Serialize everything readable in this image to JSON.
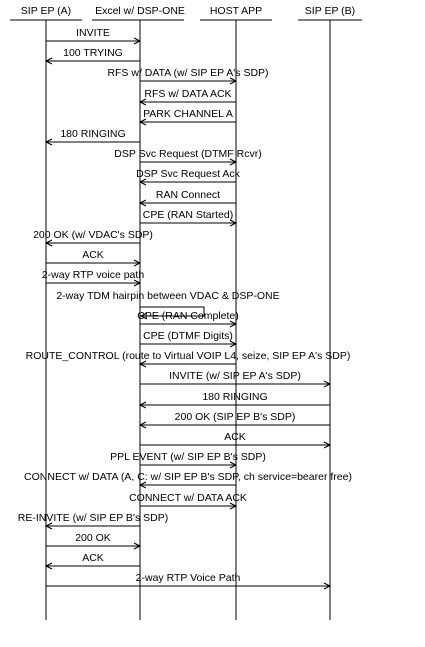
{
  "participants": [
    "SIP EP (A)",
    "Excel w/ DSP-ONE",
    "HOST APP",
    "SIP EP (B)"
  ],
  "messages": [
    {
      "text": "INVITE",
      "from": 0,
      "to": 1
    },
    {
      "text": "100 TRYING",
      "from": 1,
      "to": 0
    },
    {
      "text": "RFS w/ DATA (w/ SIP EP A's SDP)",
      "from": 1,
      "to": 2
    },
    {
      "text": "RFS w/ DATA ACK",
      "from": 2,
      "to": 1
    },
    {
      "text": "PARK CHANNEL A",
      "from": 2,
      "to": 1
    },
    {
      "text": "180 RINGING",
      "from": 1,
      "to": 0
    },
    {
      "text": "DSP Svc Request (DTMF Rcvr)",
      "from": 1,
      "to": 2
    },
    {
      "text": "DSP Svc Request Ack",
      "from": 2,
      "to": 1
    },
    {
      "text": "RAN Connect",
      "from": 2,
      "to": 1
    },
    {
      "text": "CPE (RAN Started)",
      "from": 1,
      "to": 2
    },
    {
      "text": "200 OK (w/ VDAC's SDP)",
      "from": 1,
      "to": 0
    },
    {
      "text": "ACK",
      "from": 0,
      "to": 1
    },
    {
      "text": "2-way RTP voice path",
      "from": 0,
      "to": 1
    },
    {
      "text": "2-way TDM hairpin between VDAC & DSP-ONE",
      "from": 1,
      "to": 1,
      "self": true
    },
    {
      "text": "CPE (RAN Complete)",
      "from": 1,
      "to": 2
    },
    {
      "text": "CPE (DTMF Digits)",
      "from": 1,
      "to": 2
    },
    {
      "text": "ROUTE_CONTROL (route to Virtual VOIP L4, seize, SIP EP A's SDP)",
      "from": 2,
      "to": 1
    },
    {
      "text": "INVITE (w/ SIP EP A's SDP)",
      "from": 1,
      "to": 3
    },
    {
      "text": "180 RINGING",
      "from": 3,
      "to": 1
    },
    {
      "text": "200 OK (SIP EP B's SDP)",
      "from": 3,
      "to": 1
    },
    {
      "text": "ACK",
      "from": 1,
      "to": 3
    },
    {
      "text": "PPL EVENT (w/ SIP EP B's SDP)",
      "from": 1,
      "to": 2
    },
    {
      "text": "CONNECT w/ DATA (A, C: w/ SIP EP B's SDP, ch service=bearer free)",
      "from": 2,
      "to": 1
    },
    {
      "text": "CONNECT w/ DATA ACK",
      "from": 1,
      "to": 2
    },
    {
      "text": "RE-INVITE (w/ SIP EP B's SDP)",
      "from": 1,
      "to": 0
    },
    {
      "text": "200 OK",
      "from": 0,
      "to": 1
    },
    {
      "text": "ACK",
      "from": 1,
      "to": 0
    },
    {
      "text": "2-way RTP Voice Path",
      "from": 0,
      "to": 3
    }
  ]
}
